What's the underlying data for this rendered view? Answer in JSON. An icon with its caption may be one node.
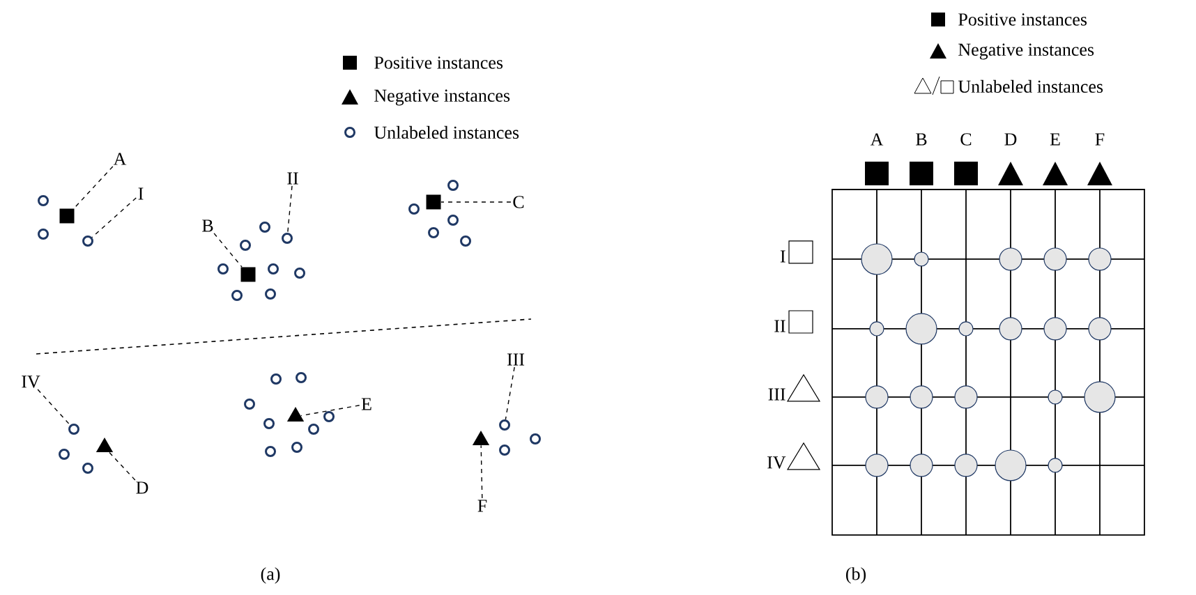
{
  "diagram": {
    "nodes": [
      {
        "text": [
          "A"
        ]
      },
      {
        "text": [],
        "shape": "box"
      },
      {
        "text": [
          "I"
        ]
      },
      {
        "text": [],
        "shape": "circle"
      },
      {
        "text": [
          "II"
        ]
      },
      {
        "text": [
          "B"
        ]
      },
      {
        "text": [],
        "shape": "circle"
      },
      {
        "text": [],
        "shape": "box"
      },
      {
        "text": [
          "C"
        ]
      },
      {
        "text": [],
        "shape": "box"
      },
      {
        "text": [
          "III"
        ]
      },
      {
        "text": [
          "IV"
        ]
      },
      {
        "text": [],
        "shape": "circle"
      },
      {
        "text": [
          "E"
        ]
      },
      {
        "text": [],
        "shape": "triangle"
      },
      {
        "text": [],
        "shape": "triangle"
      },
      {
        "text": [],
        "shape": "circle"
      },
      {
        "text": [],
        "shape": "triangle"
      },
      {
        "text": [
          "D"
        ]
      },
      {
        "text": [
          "F"
        ]
      }
    ],
    "edges": [
      {
        "from": 0,
        "to": 1,
        "arrow": "none",
        "style": "dashed"
      },
      {
        "from": 2,
        "to": 3,
        "arrow": "none",
        "style": "dashed"
      },
      {
        "from": 4,
        "to": 6,
        "arrow": "none",
        "style": "dashed"
      },
      {
        "from": 5,
        "to": 7,
        "arrow": "none",
        "style": "dashed"
      },
      {
        "from": 8,
        "to": 9,
        "arrow": "none",
        "style": "dashed"
      },
      {
        "from": 10,
        "to": 16,
        "arrow": "none",
        "style": "dashed"
      },
      {
        "from": 11,
        "to": 12,
        "arrow": "none",
        "style": "dashed"
      },
      {
        "from": 13,
        "to": 14,
        "arrow": "none",
        "style": "dashed"
      },
      {
        "from": 18,
        "to": 15,
        "arrow": "none",
        "style": "dashed"
      },
      {
        "from": 19,
        "to": 17,
        "arrow": "none",
        "style": "dashed"
      }
    ],
    "labels": [
      "A",
      "B",
      "C",
      "D",
      "E",
      "F",
      "I",
      "II",
      "III",
      "IV",
      "(a)",
      "(b)"
    ],
    "legend": [
      {
        "text": "Positive instances"
      },
      {
        "text": "Negative instances"
      },
      {
        "text": "Unlabeled instances"
      },
      {
        "text": "Positive instances"
      },
      {
        "text": "Negative instances"
      },
      {
        "text": "Unlabeled instances"
      }
    ]
  }
}
